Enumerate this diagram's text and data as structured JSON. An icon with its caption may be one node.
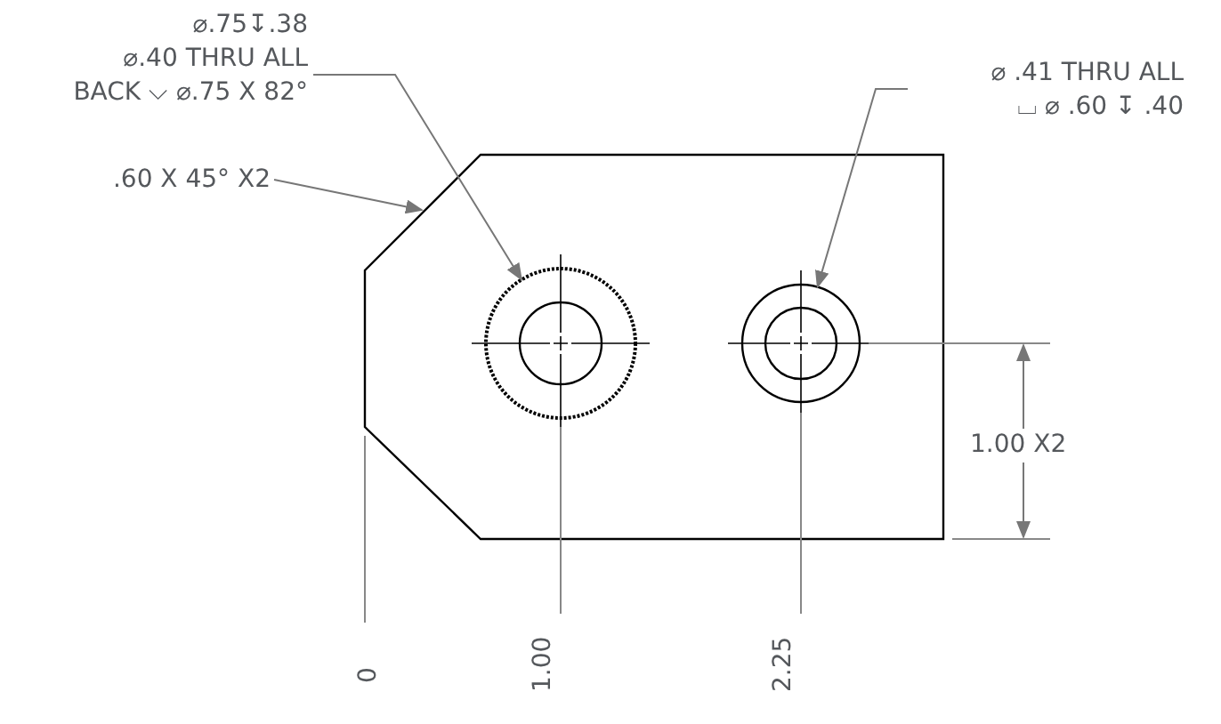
{
  "diagram": {
    "nodes": [
      {
        "text": [
          "⌀.75↧.38",
          "⌀.40 THRU ALL",
          "BACK ⌵ ⌀.75 X 82°"
        ]
      },
      {
        "text": [
          ".60 X 45° X2"
        ]
      },
      {
        "text": [
          "⌀ .41 THRU ALL",
          "⌴ ⌀ .60 ↧ .40"
        ]
      },
      {
        "text": [],
        "shape": "circle"
      },
      {
        "text": [],
        "shape": "circle"
      }
    ],
    "edges": [
      {
        "from": 0,
        "to": 3,
        "arrow": "to"
      },
      {
        "from": 1,
        "to": null,
        "arrow": "to"
      },
      {
        "from": 2,
        "to": 4,
        "arrow": "to"
      }
    ],
    "labels": [
      "1.00 X2",
      "0",
      "1.00",
      "2.25"
    ]
  }
}
